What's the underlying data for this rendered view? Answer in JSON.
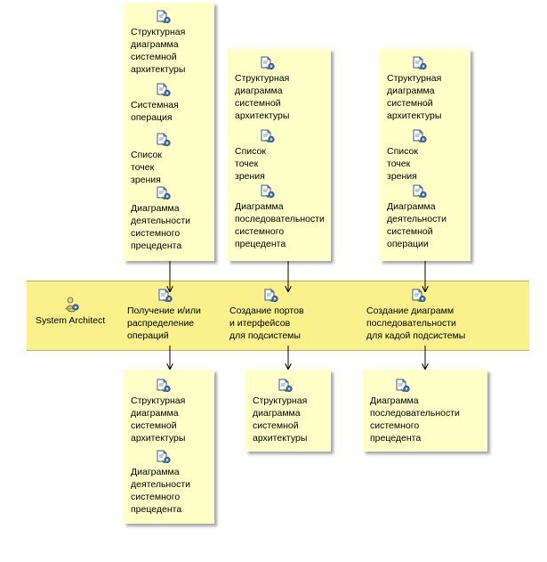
{
  "actor": {
    "name": "System Architect"
  },
  "top_notes": [
    {
      "items": [
        {
          "text": "Структурная\nдиаграмма\nсистемной\nархитектуры"
        },
        {
          "text": "Системная\nоперация"
        },
        {
          "text": "Список\nточек\nзрения"
        },
        {
          "text": "Диаграмма\nдеятельности\nсистемного\nпрецедента"
        }
      ]
    },
    {
      "items": [
        {
          "text": "Структурная\nдиаграмма\nсистемной\nархитектуры"
        },
        {
          "text": "Список\nточек\nзрения"
        },
        {
          "text": "Диаграмма\nпоследовательности\nсистемного\nпрецедента"
        }
      ]
    },
    {
      "items": [
        {
          "text": "Структурная\nдиаграмма\nсистемной\nархитектуры"
        },
        {
          "text": "Список\nточек\nзрения"
        },
        {
          "text": "Диаграмма\nдеятельности\nсистемной\nоперации"
        }
      ]
    }
  ],
  "activities": [
    {
      "text": "Получение и/или\nраспределение\nопераций"
    },
    {
      "text": "Создание портов\nи итерфейсов\nдля подсистемы"
    },
    {
      "text": "Создание диаграмм\nпоследовательности\nдля кадой подсистемы"
    }
  ],
  "bottom_notes": [
    {
      "items": [
        {
          "text": "Структурная\nдиаграмма\nсистемной\nархитектуры"
        },
        {
          "text": "Диаграмма\nдеятельности\nсистемного\nпрецедента"
        }
      ]
    },
    {
      "items": [
        {
          "text": "Структурная\nдиаграмма\nсистемной\nархитектуры"
        }
      ]
    },
    {
      "items": [
        {
          "text": "Диаграмма\nпоследовательности\nсистемного\nпрецедента"
        }
      ]
    }
  ],
  "colors": {
    "note_fill": "#ffffc8",
    "band_fill": "#faf08c",
    "connector": "#000000"
  },
  "icons": {
    "workproduct": "document-gear-icon",
    "task": "task-gear-icon",
    "actor": "actor-person-icon"
  }
}
